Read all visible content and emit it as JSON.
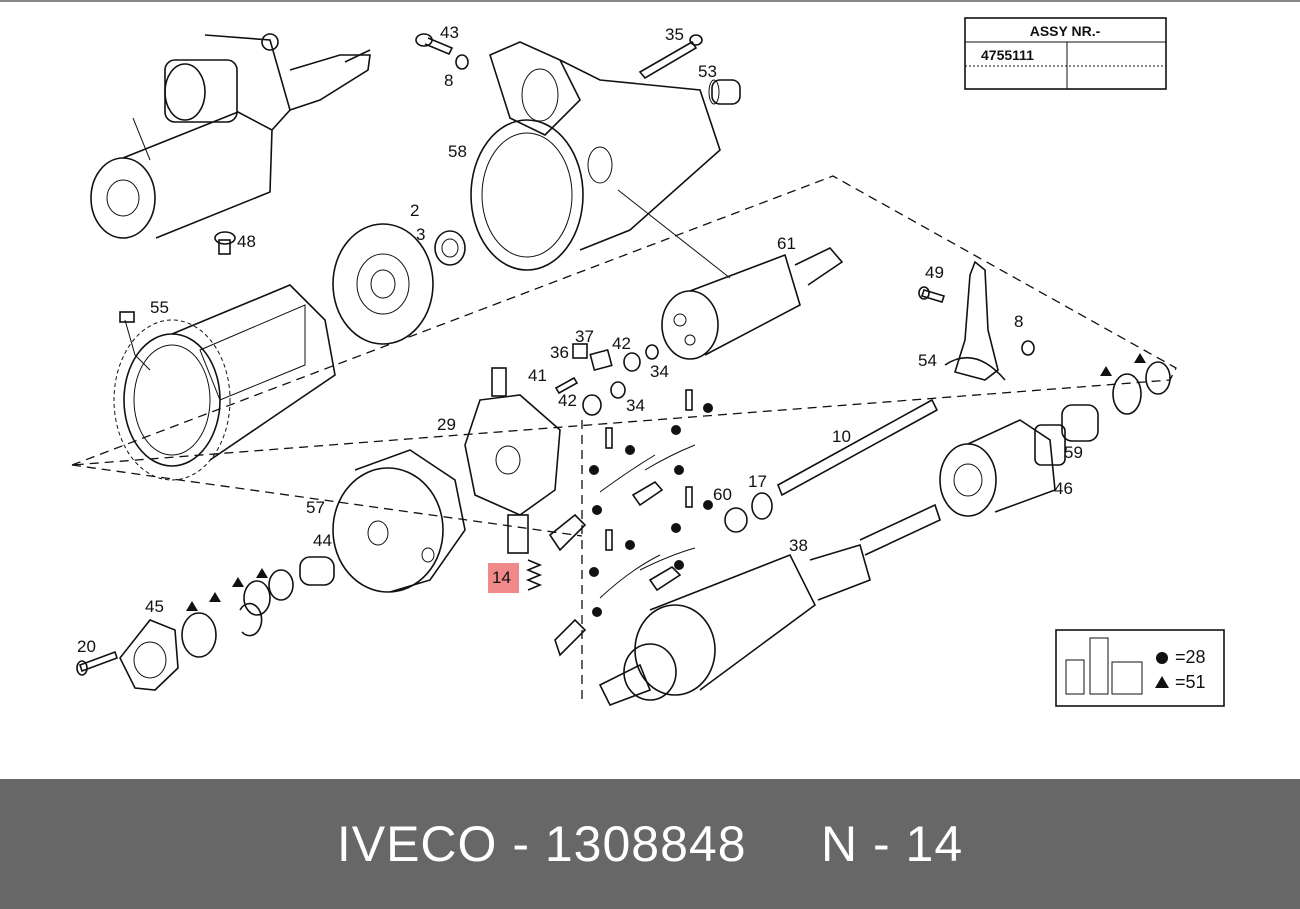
{
  "assy_table": {
    "header": "ASSY NR.-",
    "number": "4755111"
  },
  "legend": {
    "dot_value": "=28",
    "triangle_value": "=51"
  },
  "highlight_color": "#f08a8a",
  "labels": {
    "p43": "43",
    "p8a": "8",
    "p35": "35",
    "p53": "53",
    "p58": "58",
    "p48": "48",
    "p2": "2",
    "p3": "3",
    "p61": "61",
    "p55": "55",
    "p49": "49",
    "p8b": "8",
    "p54": "54",
    "p37": "37",
    "p36": "36",
    "p42a": "42",
    "p34a": "34",
    "p41": "41",
    "p42b": "42",
    "p34b": "34",
    "p29": "29",
    "p10": "10",
    "p17": "17",
    "p60": "60",
    "p59": "59",
    "p46": "46",
    "p57": "57",
    "p44": "44",
    "p38": "38",
    "p14": "14",
    "p45": "45",
    "p20": "20"
  },
  "footer": {
    "brand": "IVECO",
    "part_number": "1308848",
    "position": "N - 14"
  }
}
